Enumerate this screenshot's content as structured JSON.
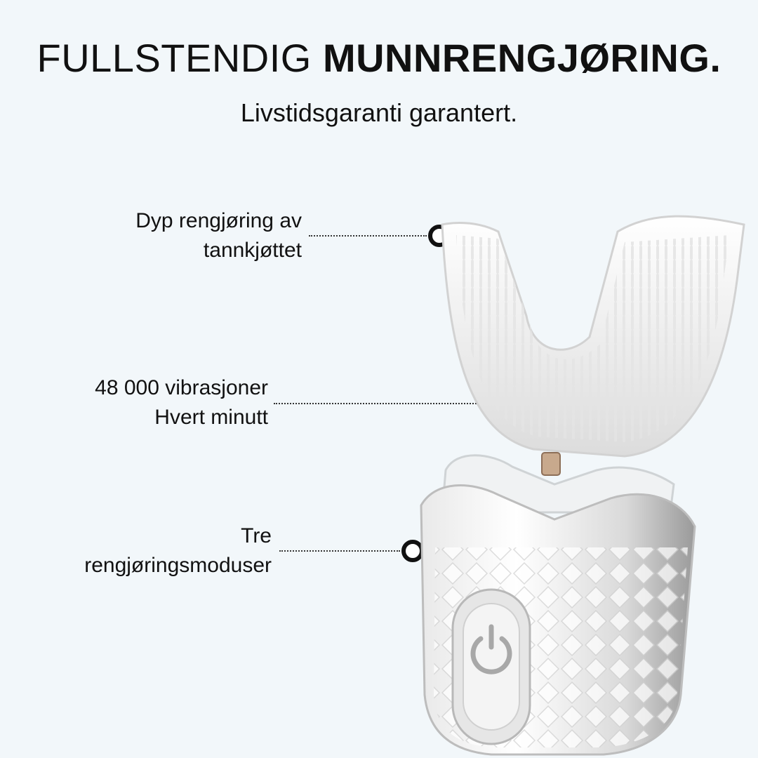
{
  "headline": {
    "light": "FULLSTENDIG",
    "bold": "MUNNRENGJØRING."
  },
  "subtitle": "Livstidsgaranti garantert.",
  "callouts": [
    {
      "line1": "Dyp rengjøring av",
      "line2": "tannkjøttet"
    },
    {
      "line1": "48 000 vibrasjoner",
      "line2": "Hvert minutt"
    },
    {
      "line1": "Tre",
      "line2": "rengjøringsmoduser"
    }
  ],
  "icons": {
    "power": "power-icon"
  },
  "colors": {
    "background": "#f2f7fa",
    "text": "#111111",
    "device": "#f4f4f4"
  }
}
